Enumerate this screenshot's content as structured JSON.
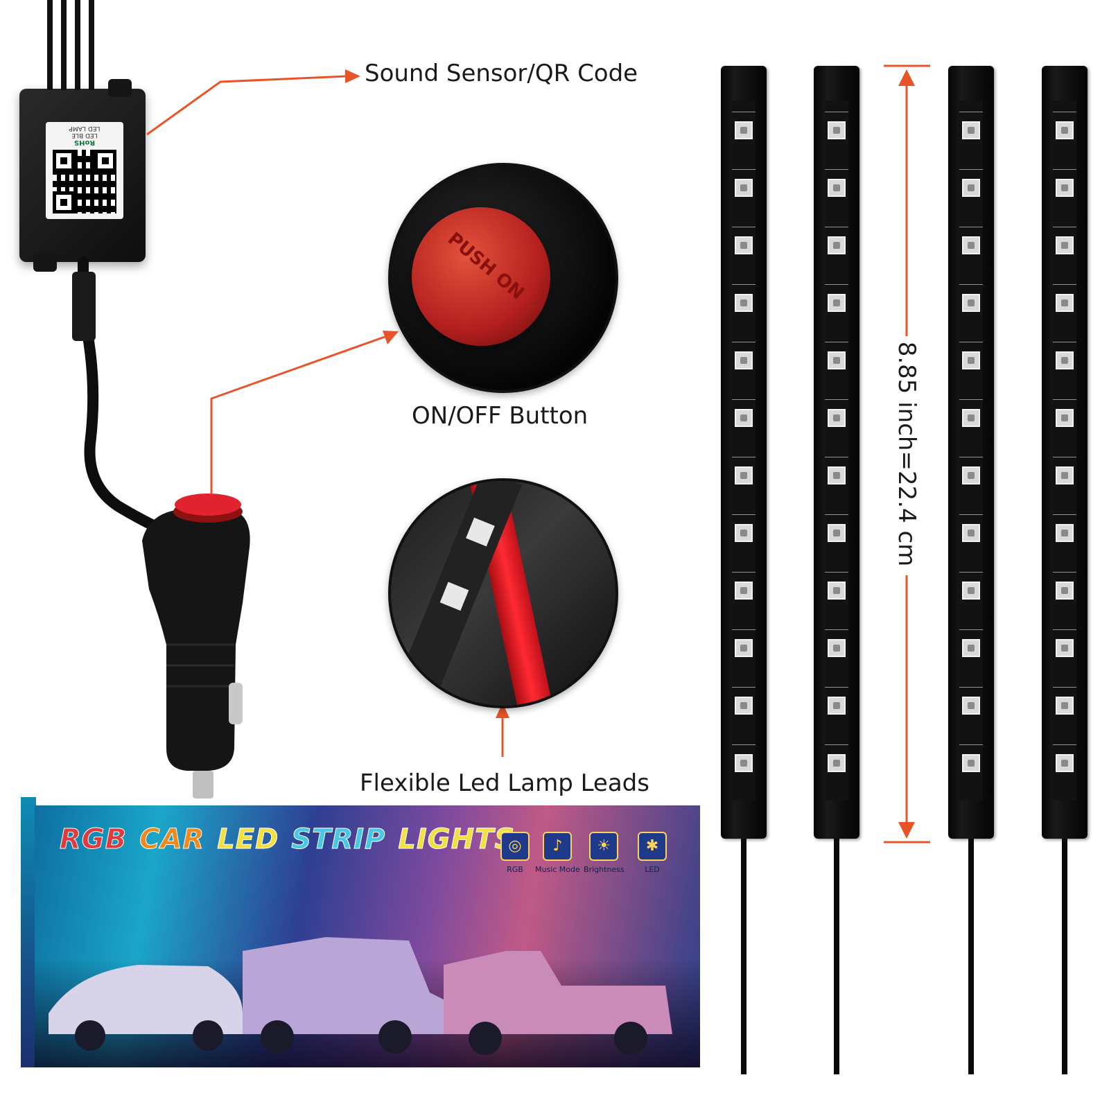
{
  "callouts": {
    "sound_sensor": "Sound Sensor/QR Code",
    "on_off": "ON/OFF Button",
    "leads": "Flexible Led Lamp Leads",
    "dimension": "8.85 inch=22.4 cm"
  },
  "controller": {
    "label_line1": "LED LAMP",
    "label_line2": "LED BLE",
    "label_line3": "RoHS"
  },
  "button_zoom": {
    "text": "PUSH ON"
  },
  "box": {
    "title_words": [
      "RGB",
      "CAR",
      "LED",
      "STRIP",
      "LIGHTS"
    ],
    "features": [
      {
        "label": "RGB",
        "icon": "rgb-icon"
      },
      {
        "label": "Music Mode",
        "icon": "music-note-icon"
      },
      {
        "label": "Brightness",
        "icon": "brightness-icon"
      },
      {
        "label": "LED",
        "icon": "led-bulb-icon"
      }
    ]
  },
  "colors": {
    "accent": "#e8542a",
    "title_word_colors": [
      "#e23a3a",
      "#f08a1c",
      "#f4e040",
      "#45c8ea",
      "#f4e040"
    ]
  },
  "strip_count": 4,
  "leds_per_strip": 12
}
